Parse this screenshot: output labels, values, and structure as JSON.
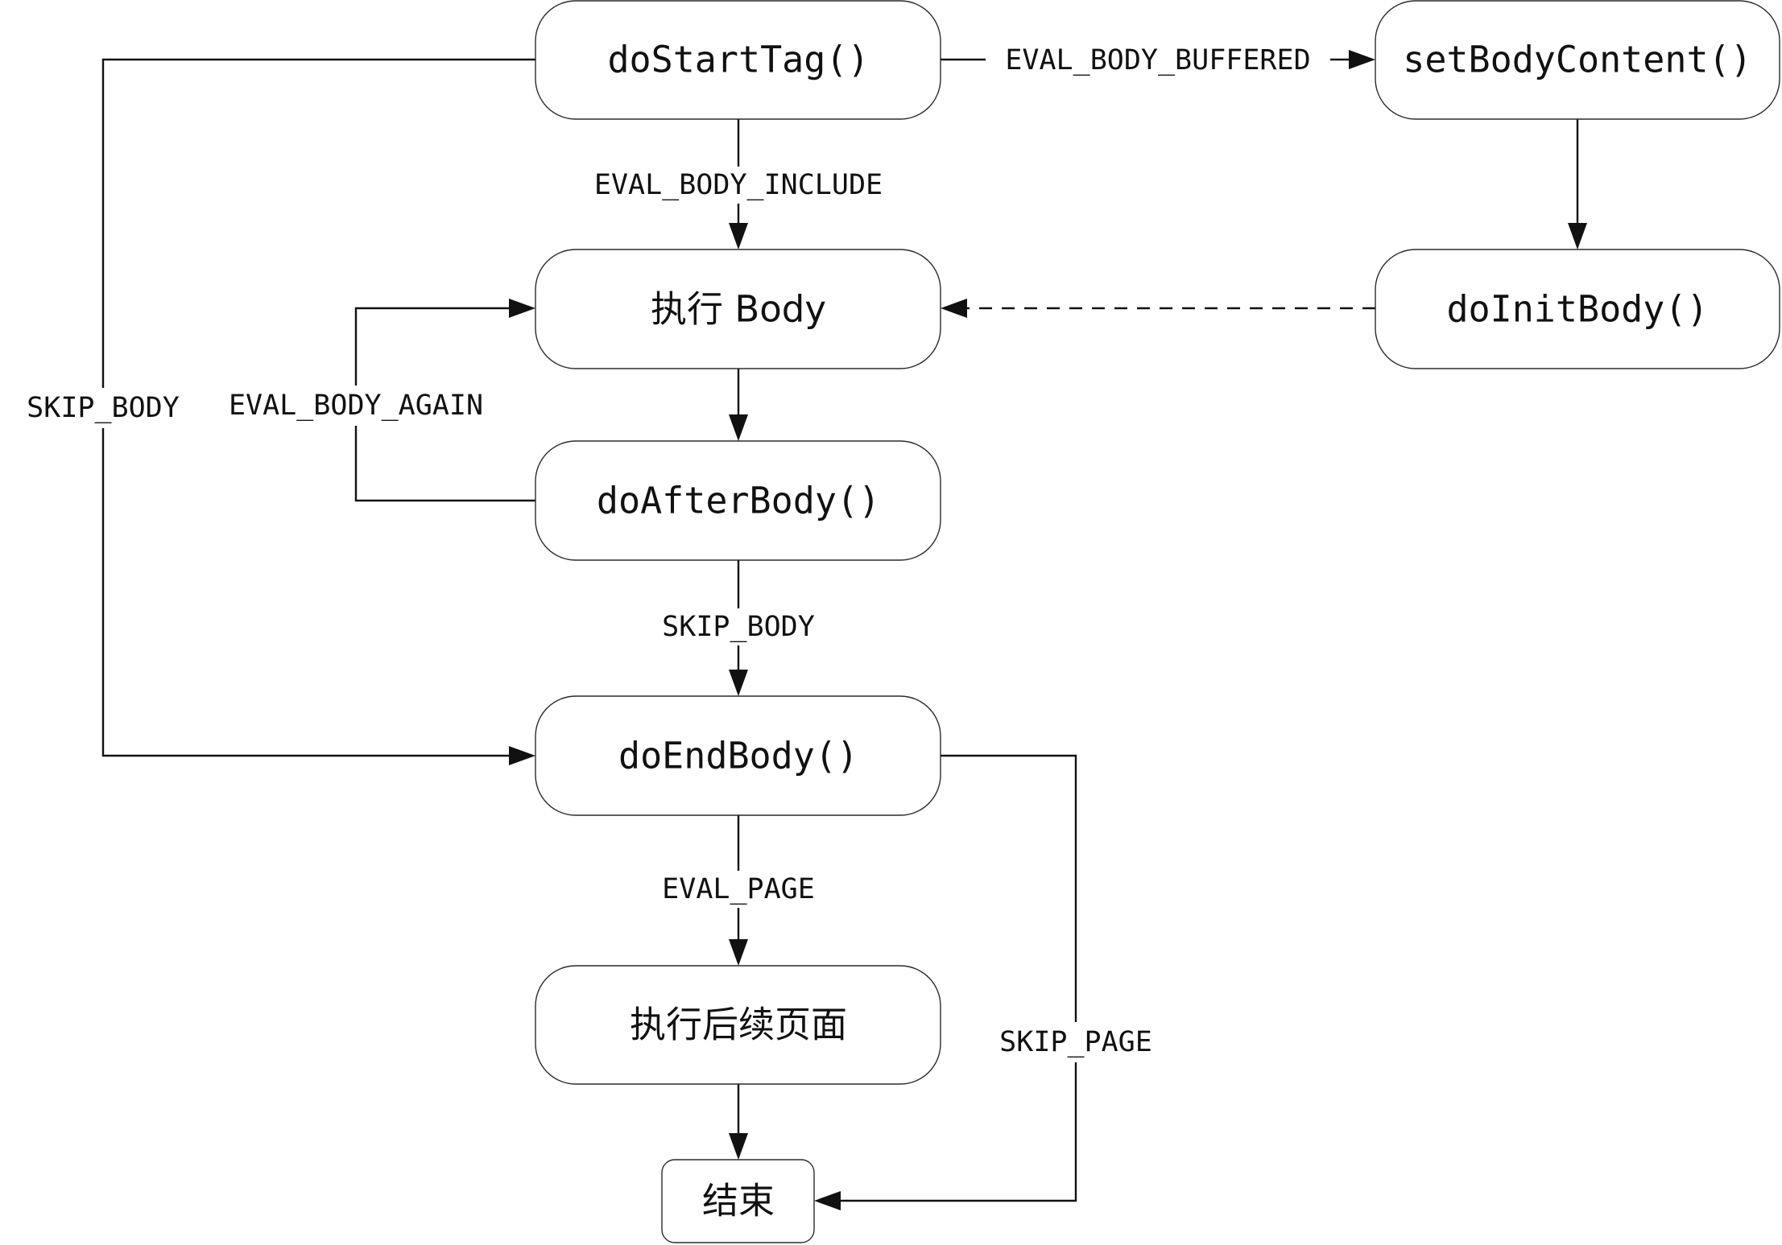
{
  "nodes": {
    "do_start_tag": "doStartTag()",
    "set_body_content": "setBodyContent()",
    "execute_body": "执行 Body",
    "do_init_body": "doInitBody()",
    "do_after_body": "doAfterBody()",
    "do_end_body": "doEndBody()",
    "execute_rest_of_page": "执行后续页面",
    "end": "结束"
  },
  "edges": {
    "eval_body_buffered": "EVAL_BODY_BUFFERED",
    "eval_body_include": "EVAL_BODY_INCLUDE",
    "skip_body_left": "SKIP_BODY",
    "eval_body_again": "EVAL_BODY_AGAIN",
    "skip_body_center": "SKIP_BODY",
    "eval_page": "EVAL_PAGE",
    "skip_page": "SKIP_PAGE"
  }
}
